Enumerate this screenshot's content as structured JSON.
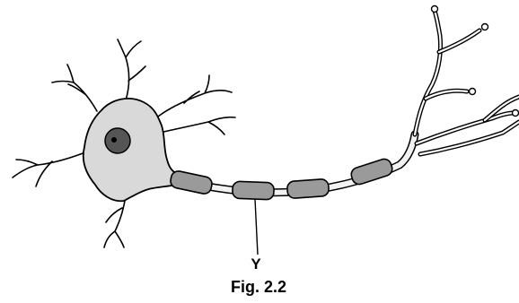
{
  "figure": {
    "pointer_label": "Y",
    "caption": "Fig. 2.2"
  },
  "colors": {
    "cell_fill": "#d9d9d9",
    "nucleus_fill": "#555555",
    "myelin_fill": "#9a9a9a",
    "outline": "#000000",
    "axon_fill": "#f2f2f2"
  },
  "icons": {
    "neuron": "neuron-diagram"
  }
}
